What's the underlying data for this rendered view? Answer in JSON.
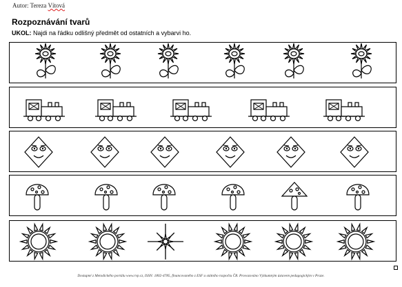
{
  "header": {
    "author_prefix": "Autor: Tereza ",
    "author_surname": "Vítová",
    "title": "Rozpoznávání tvarů",
    "instruction_label": "UKOL:",
    "instruction_text": " Najdi na řádku odlišný předmět od ostatních a vybarvi ho."
  },
  "rows": [
    {
      "name": "flowers",
      "items": [
        "flower-icon",
        "flower-icon",
        "flower-icon",
        "flower-icon",
        "flower-icon",
        "flower-icon"
      ]
    },
    {
      "name": "trains",
      "items": [
        "train-icon",
        "train-icon",
        "train-icon",
        "train-icon",
        "train-icon",
        "train-icon"
      ]
    },
    {
      "name": "diamonds",
      "items": [
        "diamond-face-icon",
        "diamond-face-icon",
        "diamond-face-icon",
        "diamond-face-icon",
        "diamond-face-icon",
        "diamond-face-icon"
      ]
    },
    {
      "name": "mushrooms",
      "items": [
        "mushroom-icon",
        "mushroom-icon",
        "mushroom-icon",
        "mushroom-icon",
        "triangle-cap-mushroom-icon",
        "mushroom-icon"
      ]
    },
    {
      "name": "suns",
      "items": [
        "sun-icon",
        "sun-icon",
        "star-sun-icon",
        "sun-icon",
        "sun-icon",
        "sun-icon"
      ]
    }
  ],
  "footer": {
    "text": "Dostupné z Metodického portálu www.rvp.cz, ISSN: 1802-4785, financovaného z ESF a státního rozpočtu ČR. Provozováno Výzkumným ústavem pedagogickým v Praze."
  }
}
